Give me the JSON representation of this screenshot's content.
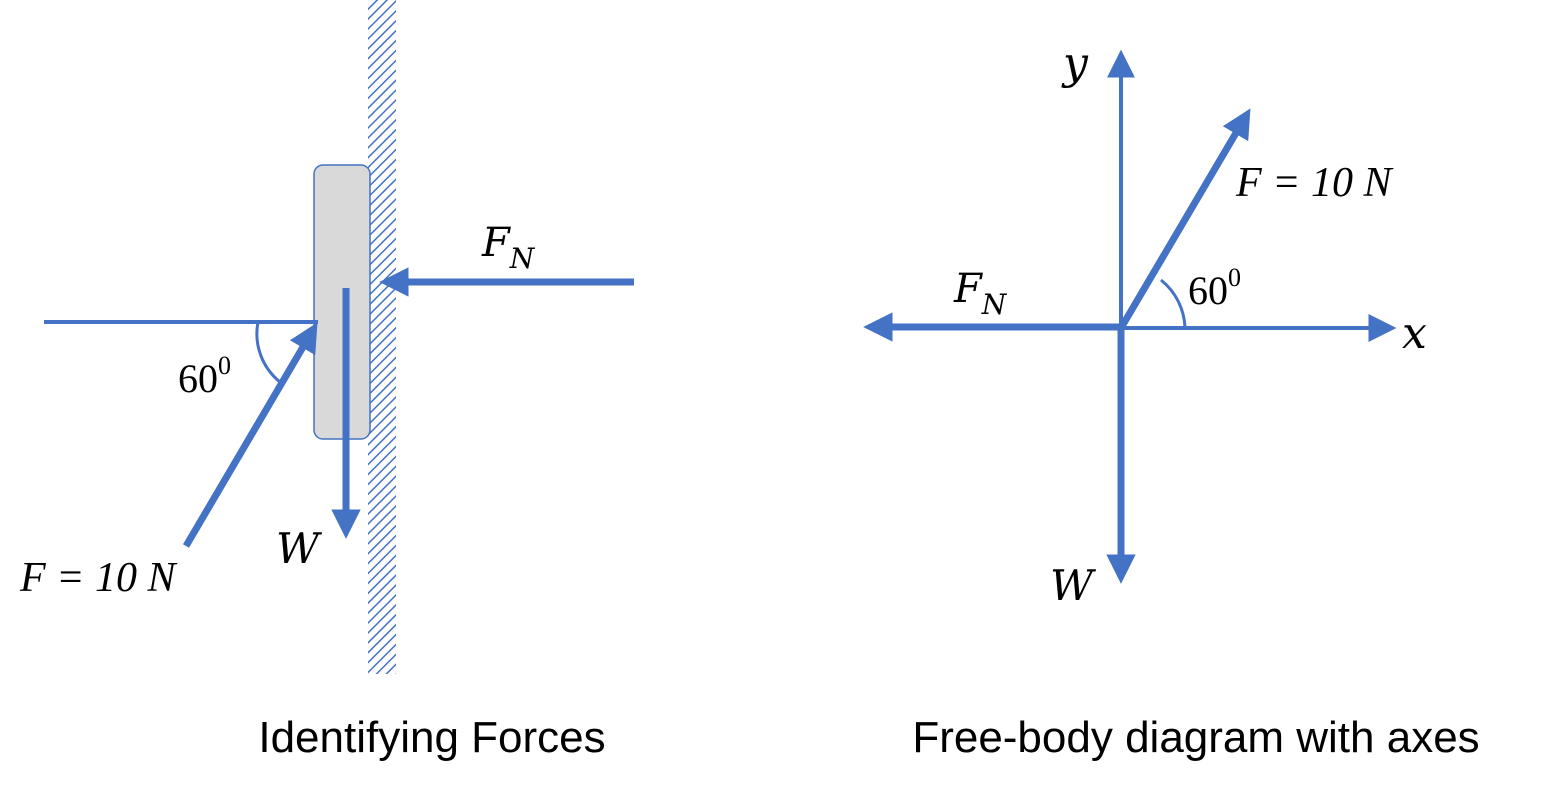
{
  "colors": {
    "arrow": "#4472c4",
    "block_fill": "#d9d9d9",
    "block_stroke": "#4472c4",
    "text": "#000000"
  },
  "left_panel": {
    "caption": "Identifying Forces",
    "labels": {
      "normal_force": "F",
      "normal_force_sub": "N",
      "applied_force": "F = 10 N",
      "weight": "W",
      "angle": "60",
      "angle_sup": "0"
    }
  },
  "right_panel": {
    "caption": "Free-body diagram with axes",
    "labels": {
      "y_axis": "y",
      "x_axis": "x",
      "applied_force": "F = 10 N",
      "normal_force": "F",
      "normal_force_sub": "N",
      "angle": "60",
      "angle_sup": "0",
      "weight": "W"
    }
  }
}
